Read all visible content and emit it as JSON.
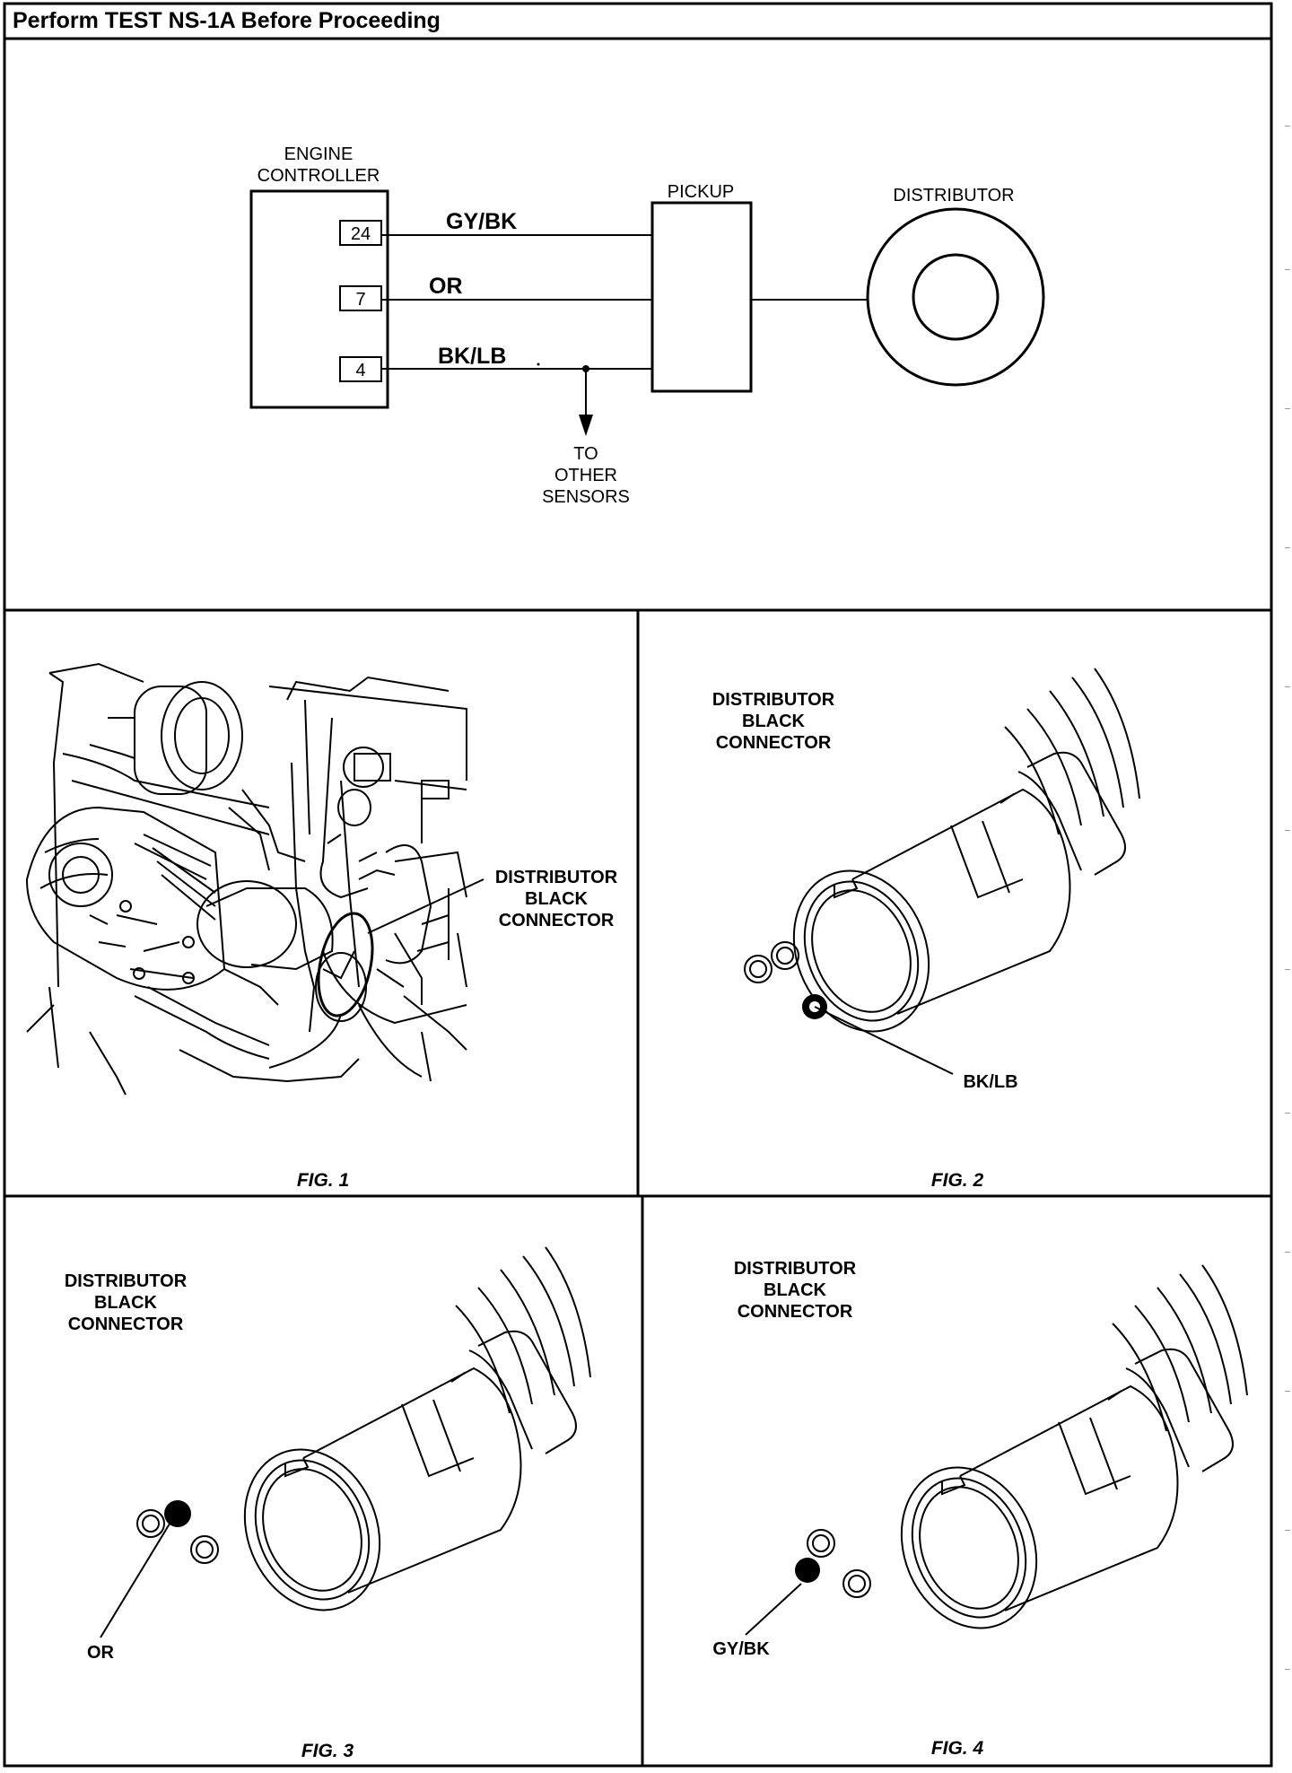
{
  "header": {
    "title": "Perform TEST NS-1A Before Proceeding"
  },
  "schematic": {
    "controller_label_line1": "ENGINE",
    "controller_label_line2": "CONTROLLER",
    "pickup_label": "PICKUP",
    "distributor_label": "DISTRIBUTOR",
    "pins": [
      "24",
      "7",
      "4"
    ],
    "wires": [
      "GY/BK",
      "OR",
      "BK/LB"
    ],
    "to_other_line1": "TO",
    "to_other_line2": "OTHER",
    "to_other_line3": "SENSORS"
  },
  "figures": {
    "fig1": {
      "caption": "FIG. 1",
      "label_line1": "DISTRIBUTOR",
      "label_line2": "BLACK",
      "label_line3": "CONNECTOR"
    },
    "fig2": {
      "caption": "FIG. 2",
      "label_line1": "DISTRIBUTOR",
      "label_line2": "BLACK",
      "label_line3": "CONNECTOR",
      "wire": "BK/LB"
    },
    "fig3": {
      "caption": "FIG. 3",
      "label_line1": "DISTRIBUTOR",
      "label_line2": "BLACK",
      "label_line3": "CONNECTOR",
      "wire": "OR"
    },
    "fig4": {
      "caption": "FIG. 4",
      "label_line1": "DISTRIBUTOR",
      "label_line2": "BLACK",
      "label_line3": "CONNECTOR",
      "wire": "GY/BK"
    }
  }
}
